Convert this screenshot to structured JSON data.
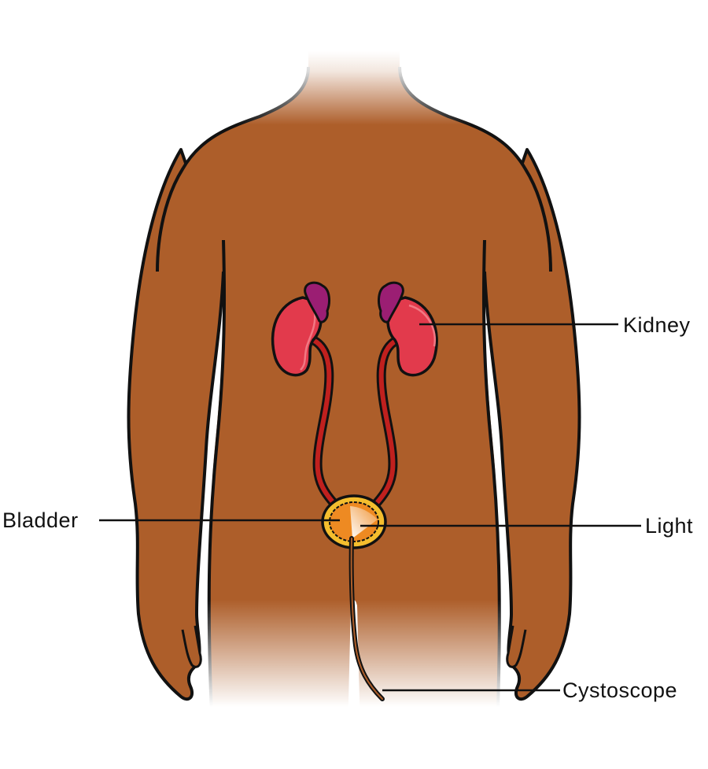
{
  "labels": {
    "kidney": "Kidney",
    "bladder": "Bladder",
    "light": "Light",
    "cystoscope": "Cystoscope"
  },
  "colors": {
    "skin": "#AD5E2A",
    "kidney": "#E23A4C",
    "adrenal": "#9B1E73",
    "ureter": "#C0201E",
    "bladder_wall": "#F4BE2E",
    "bladder_inner": "#EE8A22",
    "outline": "#111111"
  }
}
